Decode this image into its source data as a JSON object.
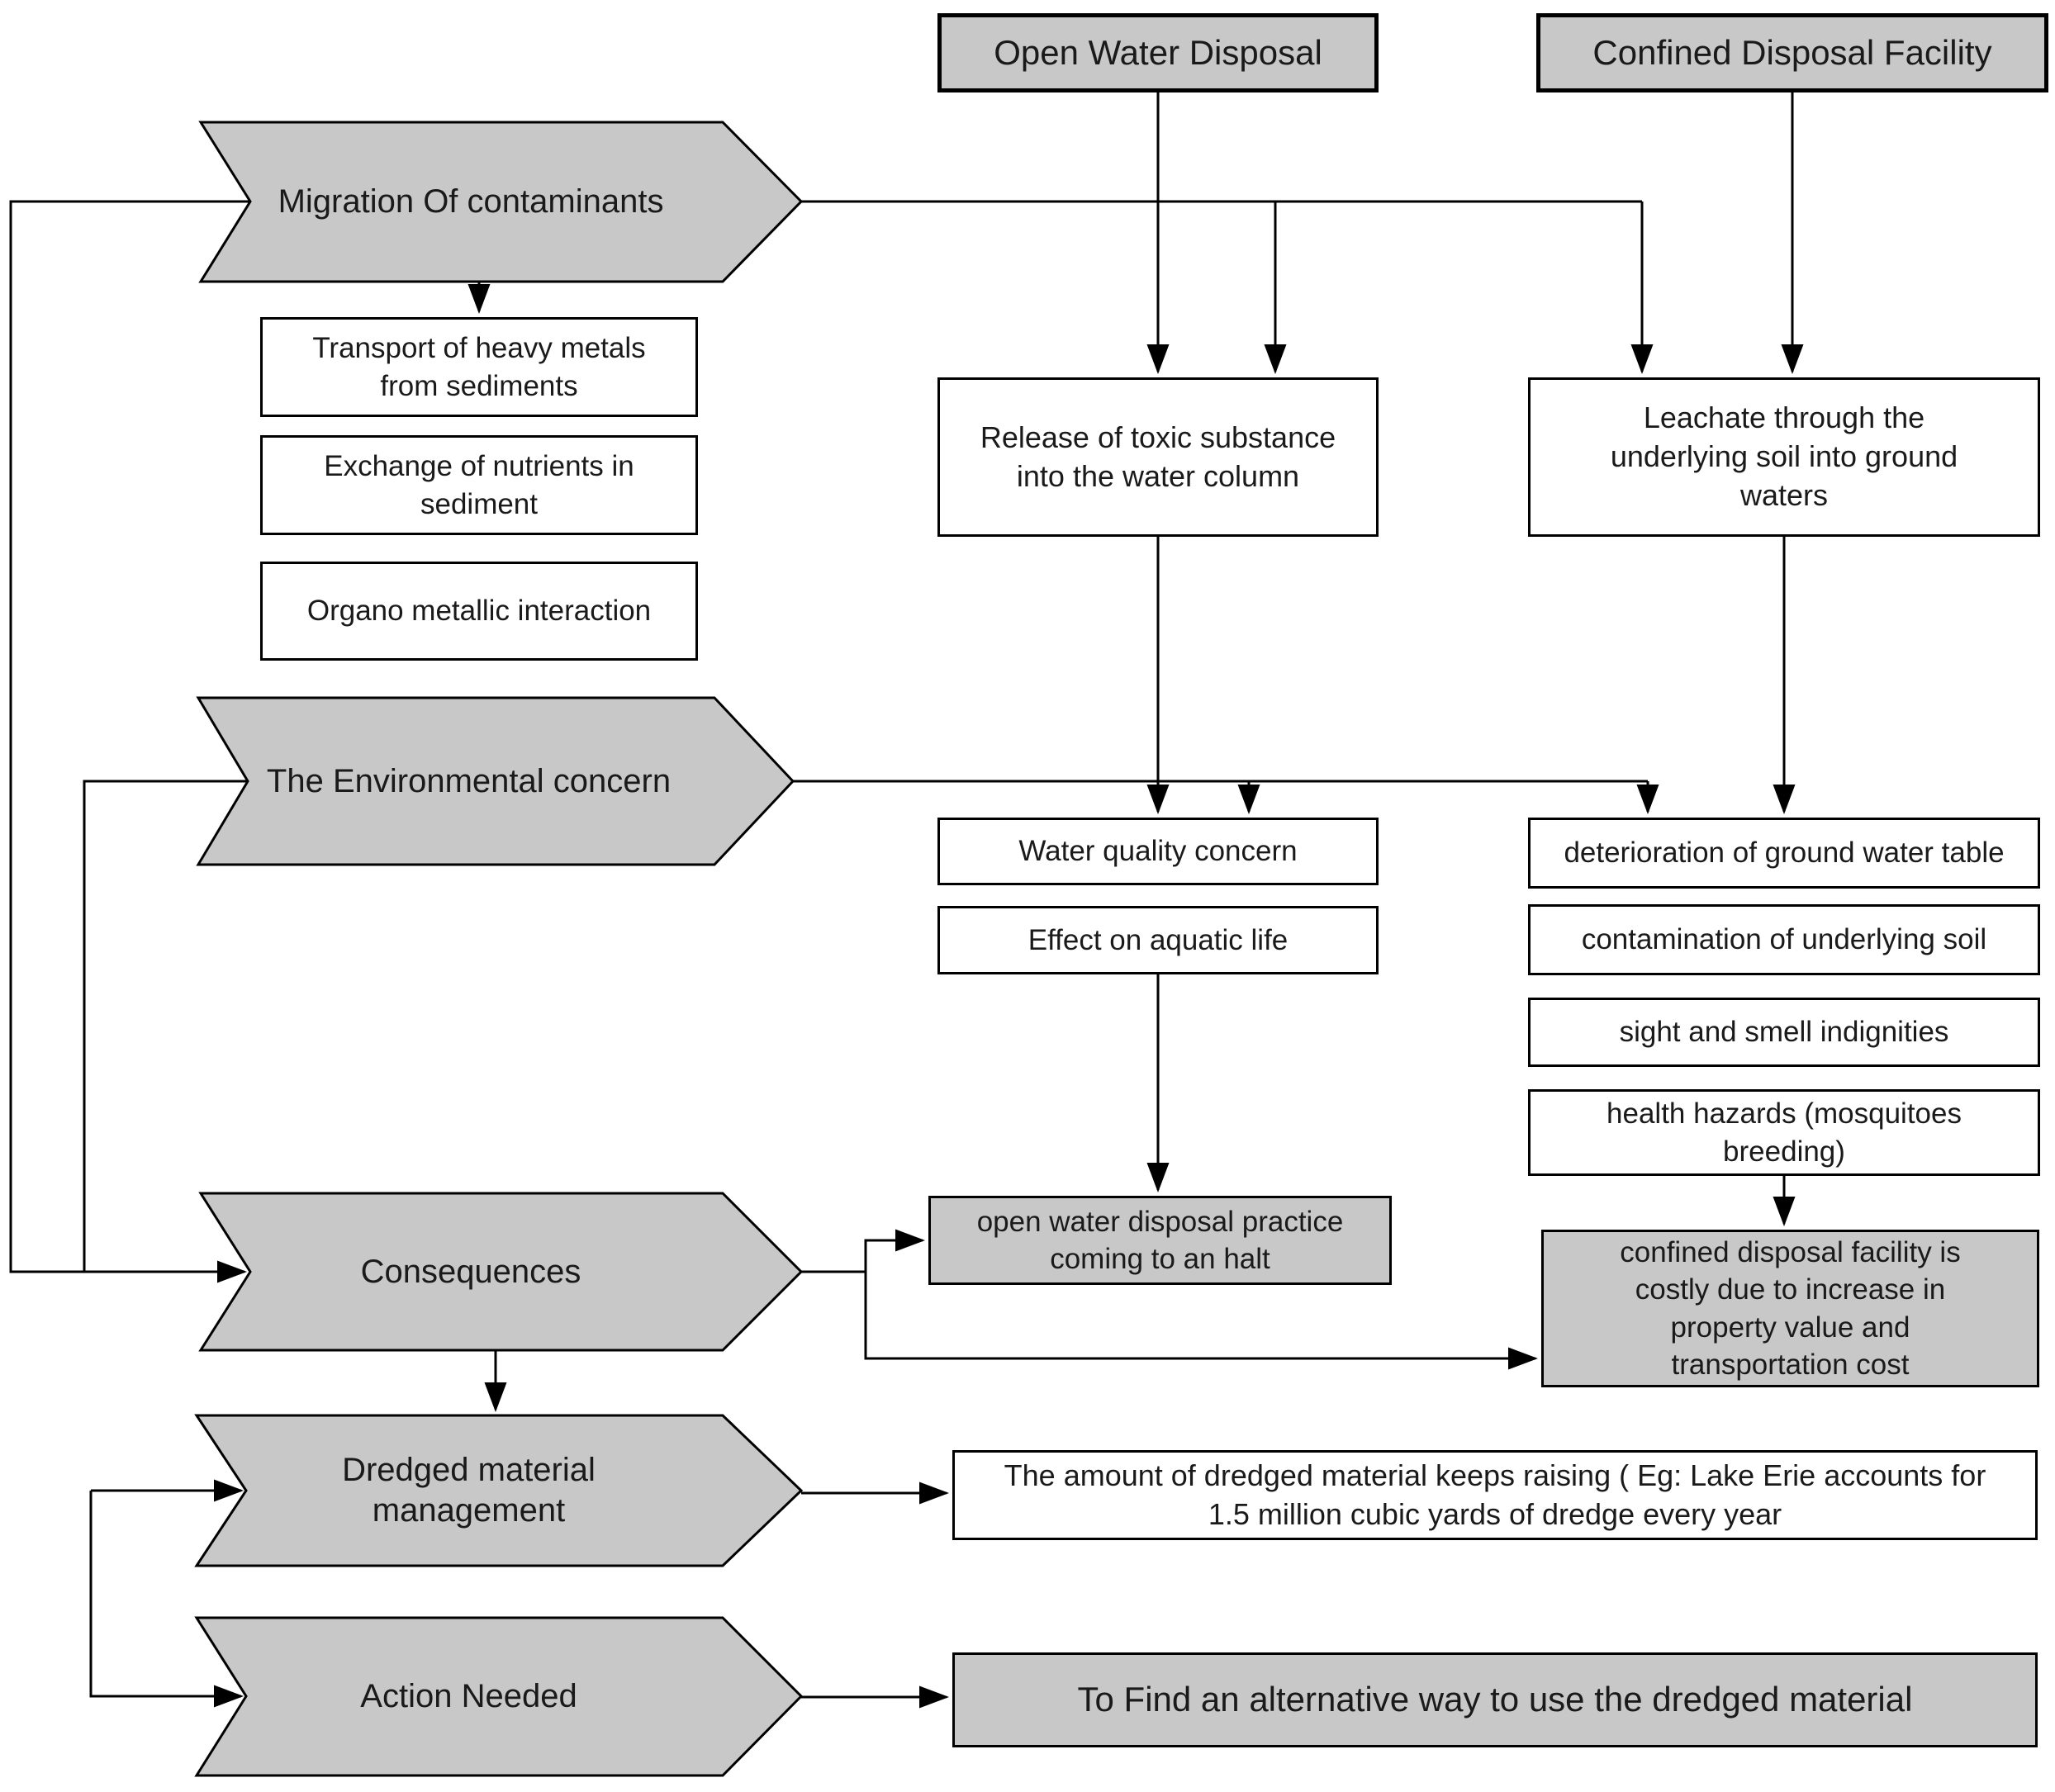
{
  "stages": {
    "migration": "Migration Of contaminants",
    "environmental": "The Environmental concern",
    "consequences": "Consequences",
    "management": "Dredged material management",
    "action": "Action Needed"
  },
  "disposal_methods": {
    "open_water": "Open Water Disposal",
    "confined": "Confined Disposal Facility"
  },
  "migration_effects": [
    "Transport of heavy metals from sediments",
    "Exchange of nutrients in sediment",
    "Organo metallic interaction"
  ],
  "open_water_path": {
    "release": "Release of toxic substance into the water column",
    "water_quality": "Water quality concern",
    "aquatic_life": "Effect on aquatic life",
    "halt": "open water disposal practice coming to an halt"
  },
  "confined_path": {
    "leachate": "Leachate through the underlying soil into ground waters",
    "ground_water": "deterioration of ground water table",
    "soil": "contamination of underlying soil",
    "sight_smell": "sight and smell indignities",
    "health": "health hazards (mosquitoes breeding)",
    "costly": "confined disposal facility is costly due to increase in property value and transportation cost"
  },
  "management_note": "The amount of dredged material keeps raising ( Eg: Lake Erie accounts for 1.5 million cubic yards of dredge every year",
  "action_note": "To Find an alternative way to use the dredged material",
  "colors": {
    "stage_fill": "#c8c8c8",
    "box_fill": "#ffffff",
    "line": "#000000"
  }
}
